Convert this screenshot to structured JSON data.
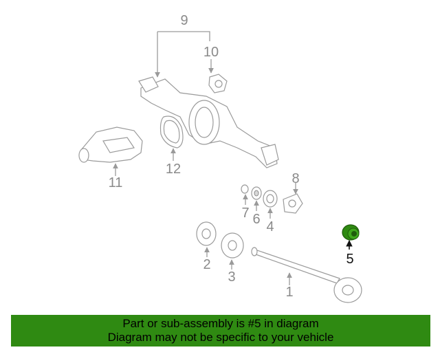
{
  "diagram": {
    "callouts": [
      "1",
      "2",
      "3",
      "4",
      "5",
      "6",
      "7",
      "8",
      "9",
      "10",
      "11",
      "12"
    ],
    "highlighted_callout": "5",
    "highlight_color": "#2f8a12",
    "part_color": "#9a9a9a"
  },
  "banner": {
    "line1": "Part or sub-assembly is #5 in diagram",
    "line2": "Diagram may not be specific to your vehicle",
    "background": "#2f8a12"
  }
}
